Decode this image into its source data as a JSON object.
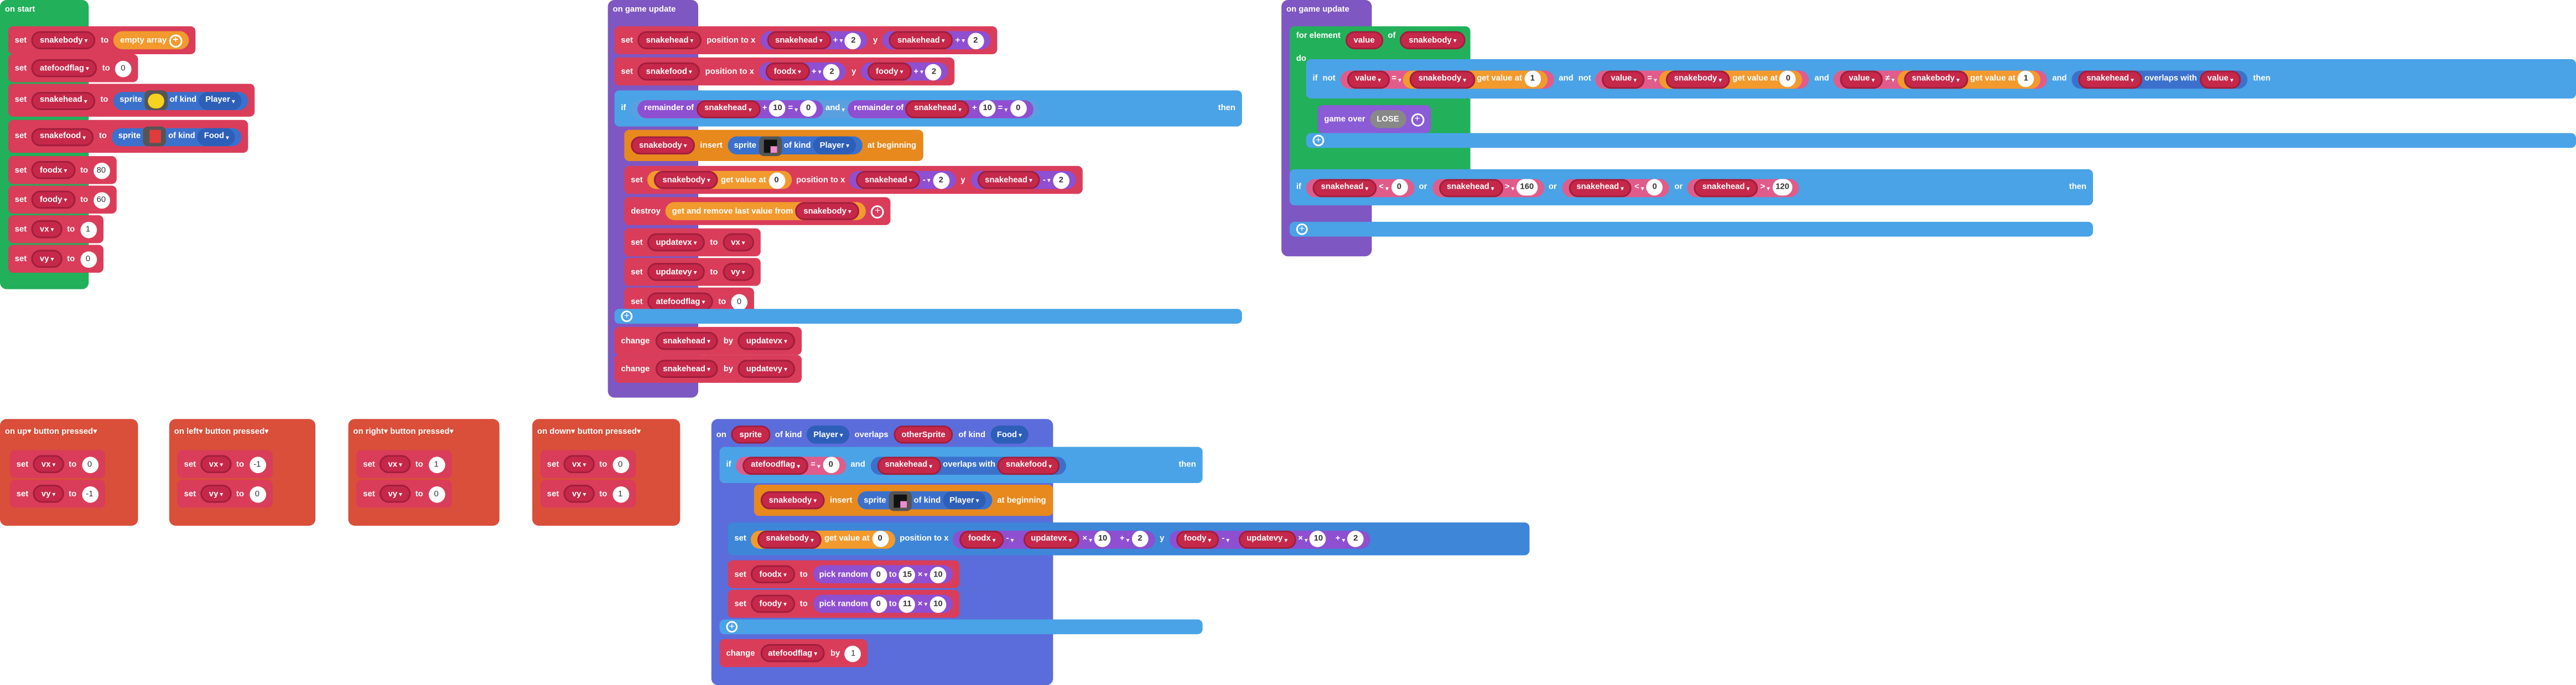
{
  "labels": {
    "on_start": "on start",
    "on_game_update": "on game update",
    "set": "set",
    "to": "to",
    "change": "change",
    "by": "by",
    "if": "if",
    "then": "then",
    "do": "do",
    "and": "and",
    "or": "or",
    "not": "not",
    "of_kind": "of kind",
    "sprite": "sprite",
    "position_to_x": "position to x",
    "y": "y",
    "remainder_of": "remainder of",
    "insert": "insert",
    "at_beginning": "at beginning",
    "get_value_at": "get value at",
    "destroy": "destroy",
    "get_and_remove_last": "get and remove last value from",
    "for_element": "for element",
    "of": "of",
    "overlaps_with": "overlaps with",
    "game_over": "game over",
    "lose": "LOSE",
    "empty_array": "empty array",
    "on": "on",
    "button": "button",
    "pressed": "pressed",
    "pick_random": "pick random",
    "overlaps": "overlaps",
    "other_sprite": "otherSprite"
  },
  "vars": {
    "snakebody": "snakebody",
    "atefoodflag": "atefoodflag",
    "snakehead": "snakehead",
    "snakefood": "snakefood",
    "foodx": "foodx",
    "foody": "foody",
    "vx": "vx",
    "vy": "vy",
    "updatevx": "updatevx",
    "updatevy": "updatevy",
    "value": "value",
    "sprite": "sprite"
  },
  "kinds": {
    "player": "Player",
    "food": "Food"
  },
  "ops": {
    "plus": "+",
    "minus": "-",
    "times": "×",
    "eq": "=",
    "lt": "<",
    "gt": ">",
    "neq": "≠"
  },
  "numbers": {
    "zero": "0",
    "one": "1",
    "two": "2",
    "ten": "10",
    "eighty": "80",
    "sixty": "60",
    "neg_one": "-1",
    "fifteen": "15",
    "eleven": "11",
    "one_sixty": "160",
    "one_twenty": "120"
  },
  "buttons": {
    "up": "up",
    "left": "left",
    "right": "right",
    "down": "down"
  }
}
